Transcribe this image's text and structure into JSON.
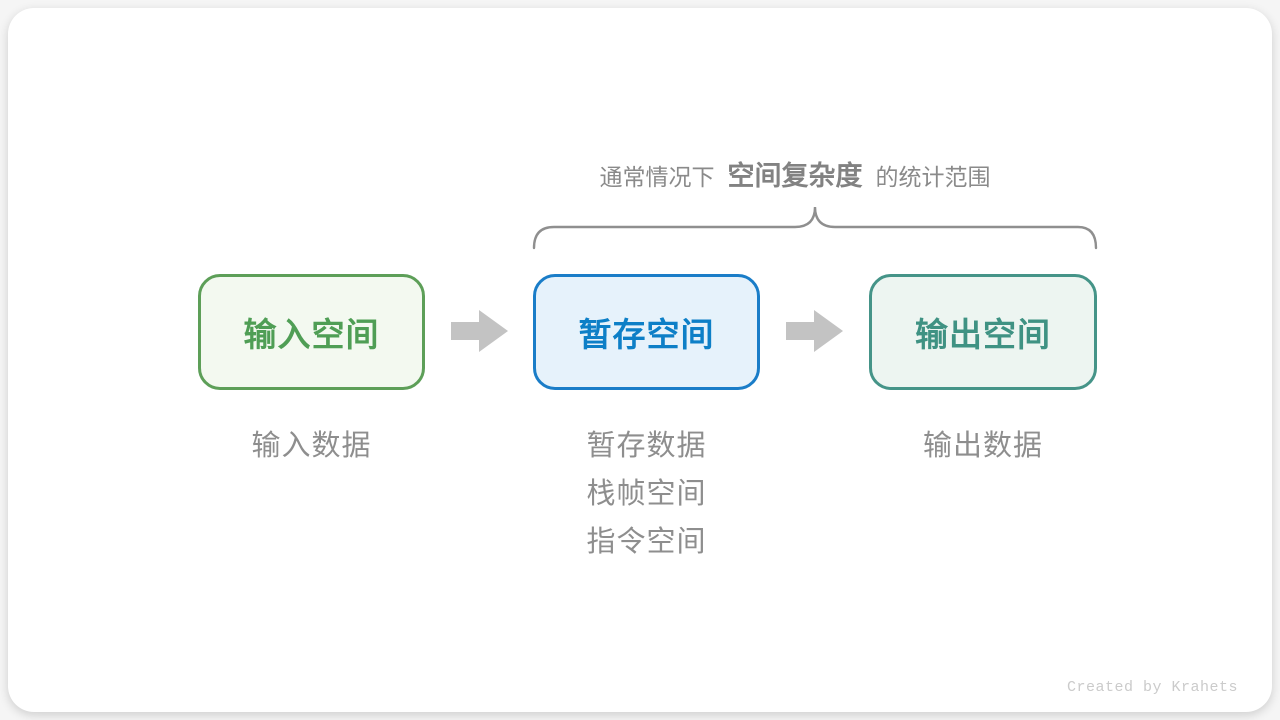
{
  "title": {
    "prefix": "通常情况下",
    "highlight": "空间复杂度",
    "suffix": "的统计范围"
  },
  "boxes": [
    {
      "id": "input-space",
      "label": "输入空间",
      "text_color": "#4f9e55",
      "border_color": "#5d9f58",
      "bg_color": "#f3f9f0"
    },
    {
      "id": "temp-space",
      "label": "暂存空间",
      "text_color": "#0d7fc7",
      "border_color": "#1a7dc8",
      "bg_color": "#e6f2fb"
    },
    {
      "id": "output-space",
      "label": "输出空间",
      "text_color": "#3f9283",
      "border_color": "#459488",
      "bg_color": "#edf5f1"
    }
  ],
  "annotations": {
    "input": [
      "输入数据"
    ],
    "temp": [
      "暂存数据",
      "栈帧空间",
      "指令空间"
    ],
    "output": [
      "输出数据"
    ]
  },
  "credit": "Created by Krahets",
  "colors": {
    "title": "#8a8a8a",
    "title_highlight": "#828282",
    "brace": "#8f8f8f",
    "arrow": "#c3c3c3",
    "annotation": "#8e8e8e",
    "credit": "#cbcbcb",
    "card_bg": "#ffffff",
    "page_bg": "#f5f5f5"
  }
}
